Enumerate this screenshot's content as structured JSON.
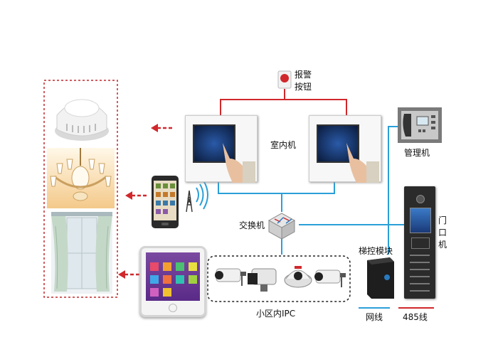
{
  "labels": {
    "alarm_button": "报警\n按钮",
    "indoor_unit": "室内机",
    "management_unit": "管理机",
    "switch": "交换机",
    "door_unit": "门\n口\n机",
    "elevator_module": "梯控模块",
    "community_ipc": "小区内IPC",
    "legend_network": "网线",
    "legend_485": "485线"
  },
  "colors": {
    "network_line": "#2a9fd8",
    "line_485": "#d0282c",
    "alarm_red": "#d0282c",
    "arrow_red": "#d0282c",
    "dashed_frame": "#c0282c"
  },
  "icons": [
    "smoke-detector-icon",
    "chandelier-icon",
    "curtain-icon",
    "smartphone-icon",
    "wifi-tower-icon",
    "tablet-icon",
    "ip-camera-icon",
    "network-switch-icon",
    "door-station-icon",
    "management-phone-icon",
    "elevator-module-icon",
    "alarm-button-icon"
  ]
}
